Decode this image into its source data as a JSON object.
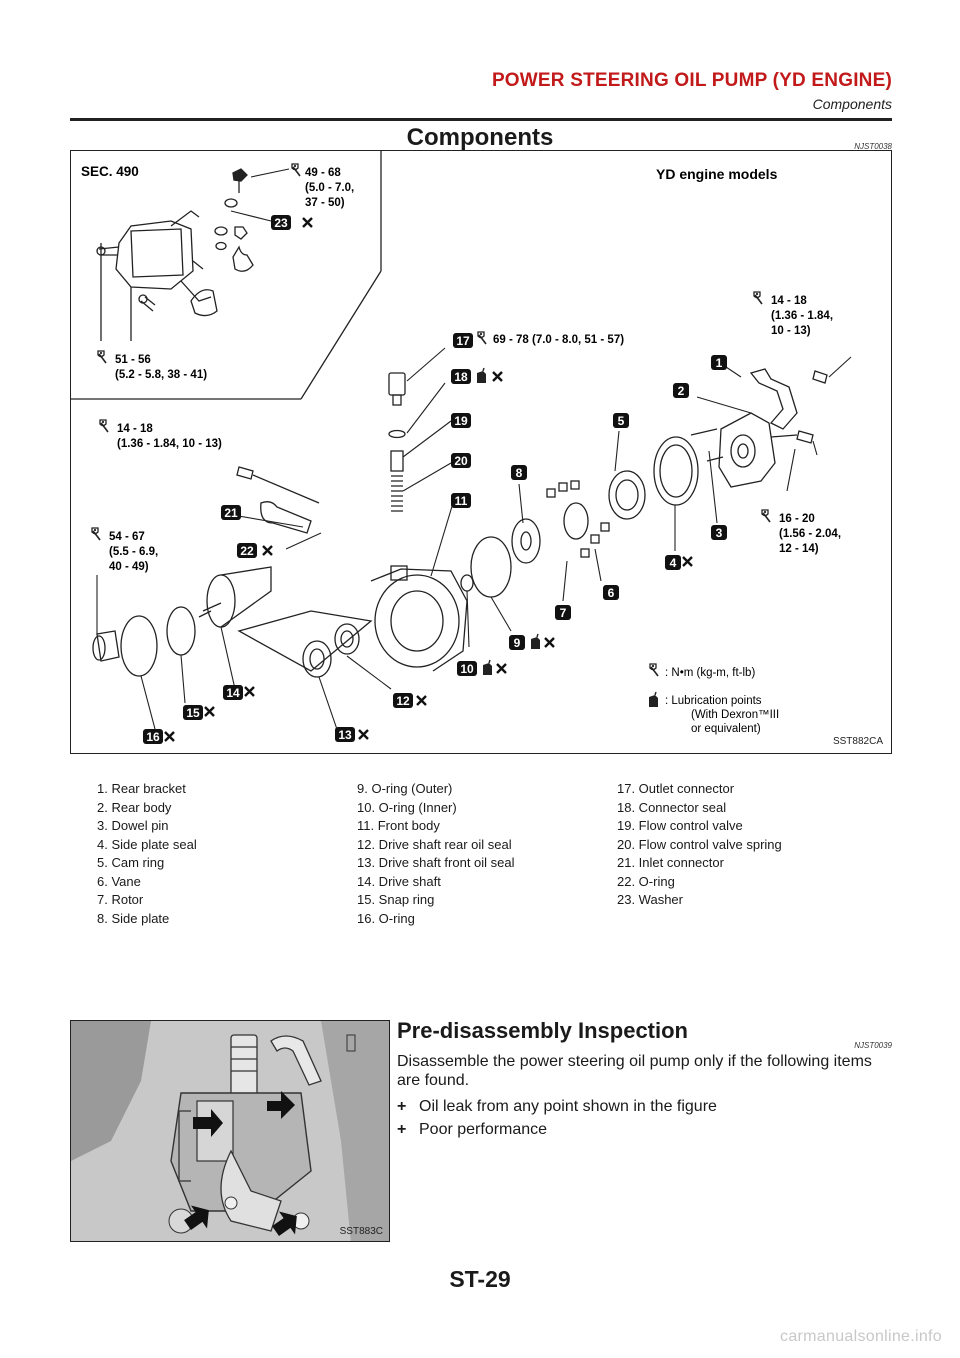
{
  "header": {
    "title": "POWER STEERING OIL PUMP (YD ENGINE)",
    "subtitle": "Components"
  },
  "section": {
    "heading": "Components",
    "code": "NJST0038"
  },
  "figure": {
    "sec_label": "SEC. 490",
    "model_label": "YD engine models",
    "figure_id": "SST882CA",
    "torques": [
      {
        "l1": "49 - 68",
        "l2": "(5.0 - 7.0,",
        "l3": "37 - 50)"
      },
      {
        "l1": "51 - 56",
        "l2": "(5.2 - 5.8, 38 - 41)",
        "l3": ""
      },
      {
        "l1": "69 - 78 (7.0 - 8.0, 51 - 57)",
        "l2": "",
        "l3": ""
      },
      {
        "l1": "14 - 18",
        "l2": "(1.36 - 1.84,",
        "l3": "10 - 13)"
      },
      {
        "l1": "14 - 18",
        "l2": "(1.36 - 1.84, 10 - 13)",
        "l3": ""
      },
      {
        "l1": "54 - 67",
        "l2": "(5.5 - 6.9,",
        "l3": "40 - 49)"
      },
      {
        "l1": "16 - 20",
        "l2": "(1.56 - 2.04,",
        "l3": "12 - 14)"
      }
    ],
    "legend": {
      "unit": ": N•m (kg-m, ft-lb)",
      "lub_l1": ": Lubrication points",
      "lub_l2": "(With Dexron™III",
      "lub_l3": "or equivalent)"
    },
    "callouts": [
      "1",
      "2",
      "3",
      "4",
      "5",
      "6",
      "7",
      "8",
      "9",
      "10",
      "11",
      "12",
      "13",
      "14",
      "15",
      "16",
      "17",
      "18",
      "19",
      "20",
      "21",
      "22",
      "23"
    ]
  },
  "parts_col1": [
    "1. Rear bracket",
    "2. Rear body",
    "3. Dowel pin",
    "4. Side plate seal",
    "5. Cam ring",
    "6. Vane",
    "7. Rotor",
    "8. Side plate"
  ],
  "parts_col2": [
    "9. O-ring (Outer)",
    "10. O-ring (Inner)",
    "11. Front body",
    "12. Drive shaft rear oil seal",
    "13. Drive shaft front oil seal",
    "14. Drive shaft",
    "15. Snap ring",
    "16. O-ring"
  ],
  "parts_col3": [
    "17. Outlet connector",
    "18. Connector seal",
    "19. Flow control valve",
    "20. Flow control valve spring",
    "21. Inlet connector",
    "22. O-ring",
    "23. Washer"
  ],
  "photo": {
    "figure_id": "SST883C"
  },
  "inspection": {
    "title": "Pre-disassembly Inspection",
    "code": "NJST0039",
    "text": "Disassemble the power steering oil pump only if the following items are found.",
    "bullets": [
      "Oil leak from any point shown in the figure",
      "Poor performance"
    ]
  },
  "page_number": "ST-29",
  "watermark": "carmanualsonline.info"
}
